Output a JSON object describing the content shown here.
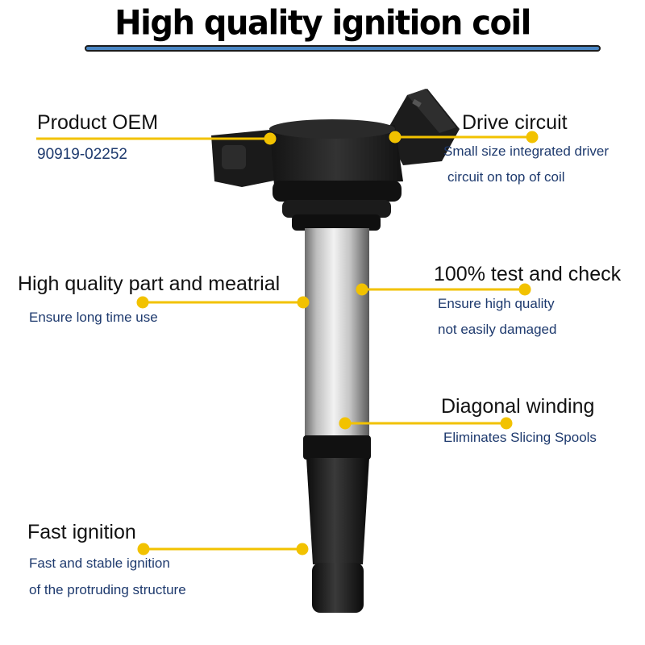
{
  "title": "High quality ignition coil",
  "colors": {
    "title_bar": "#4a86c4",
    "callout": "#f2c200",
    "subtext": "#1e3a6e",
    "coil_body": "#1a1a1a"
  },
  "callouts": [
    {
      "heading": "Product OEM",
      "lines": [
        "90919-02252"
      ]
    },
    {
      "heading": "Drive circuit",
      "lines": [
        "Small size integrated driver",
        "circuit on top of coil"
      ]
    },
    {
      "heading": "High quality part and meatrial",
      "lines": [
        "Ensure long time use"
      ]
    },
    {
      "heading": "100% test and check",
      "lines": [
        "Ensure high quality",
        "not easily damaged"
      ]
    },
    {
      "heading": "Diagonal winding",
      "lines": [
        "Eliminates Slicing Spools"
      ]
    },
    {
      "heading": "Fast ignition",
      "lines": [
        "Fast and stable ignition",
        "of the protruding structure"
      ]
    }
  ]
}
